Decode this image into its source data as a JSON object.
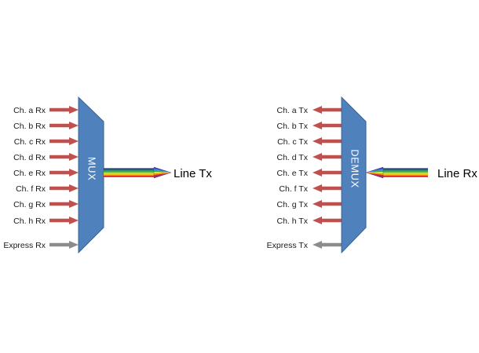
{
  "colors": {
    "block_fill": "#4f81bd",
    "block_stroke": "#3a6595",
    "channel_arrow": "#c0504d",
    "express_arrow": "#8c8c8c",
    "rainbow": [
      "#1f3f73",
      "#2f6f7f",
      "#3aa24a",
      "#8cc63f",
      "#f2e500",
      "#f29a1b",
      "#d7261d"
    ],
    "rainbow_head": [
      "#3a2fbf",
      "#2a8fcf",
      "#3aa24a",
      "#f2e500",
      "#f29a1b",
      "#d7261d",
      "#8b1f6f"
    ]
  },
  "mux": {
    "label": "MUX",
    "line_label": "Line Tx",
    "inputs": [
      {
        "label": "Ch. a Rx",
        "kind": "channel"
      },
      {
        "label": "Ch. b Rx",
        "kind": "channel"
      },
      {
        "label": "Ch. c Rx",
        "kind": "channel"
      },
      {
        "label": "Ch. d Rx",
        "kind": "channel"
      },
      {
        "label": "Ch. e Rx",
        "kind": "channel"
      },
      {
        "label": "Ch. f Rx",
        "kind": "channel"
      },
      {
        "label": "Ch. g Rx",
        "kind": "channel"
      },
      {
        "label": "Ch. h Rx",
        "kind": "channel"
      },
      {
        "label": "Express Rx",
        "kind": "express"
      }
    ]
  },
  "demux": {
    "label": "DEMUX",
    "line_label": "Line Rx",
    "outputs": [
      {
        "label": "Ch. a Tx",
        "kind": "channel"
      },
      {
        "label": "Ch. b Tx",
        "kind": "channel"
      },
      {
        "label": "Ch. c Tx",
        "kind": "channel"
      },
      {
        "label": "Ch. d Tx",
        "kind": "channel"
      },
      {
        "label": "Ch. e Tx",
        "kind": "channel"
      },
      {
        "label": "Ch. f Tx",
        "kind": "channel"
      },
      {
        "label": "Ch. g Tx",
        "kind": "channel"
      },
      {
        "label": "Ch. h Tx",
        "kind": "channel"
      },
      {
        "label": "Express Tx",
        "kind": "express"
      }
    ]
  }
}
